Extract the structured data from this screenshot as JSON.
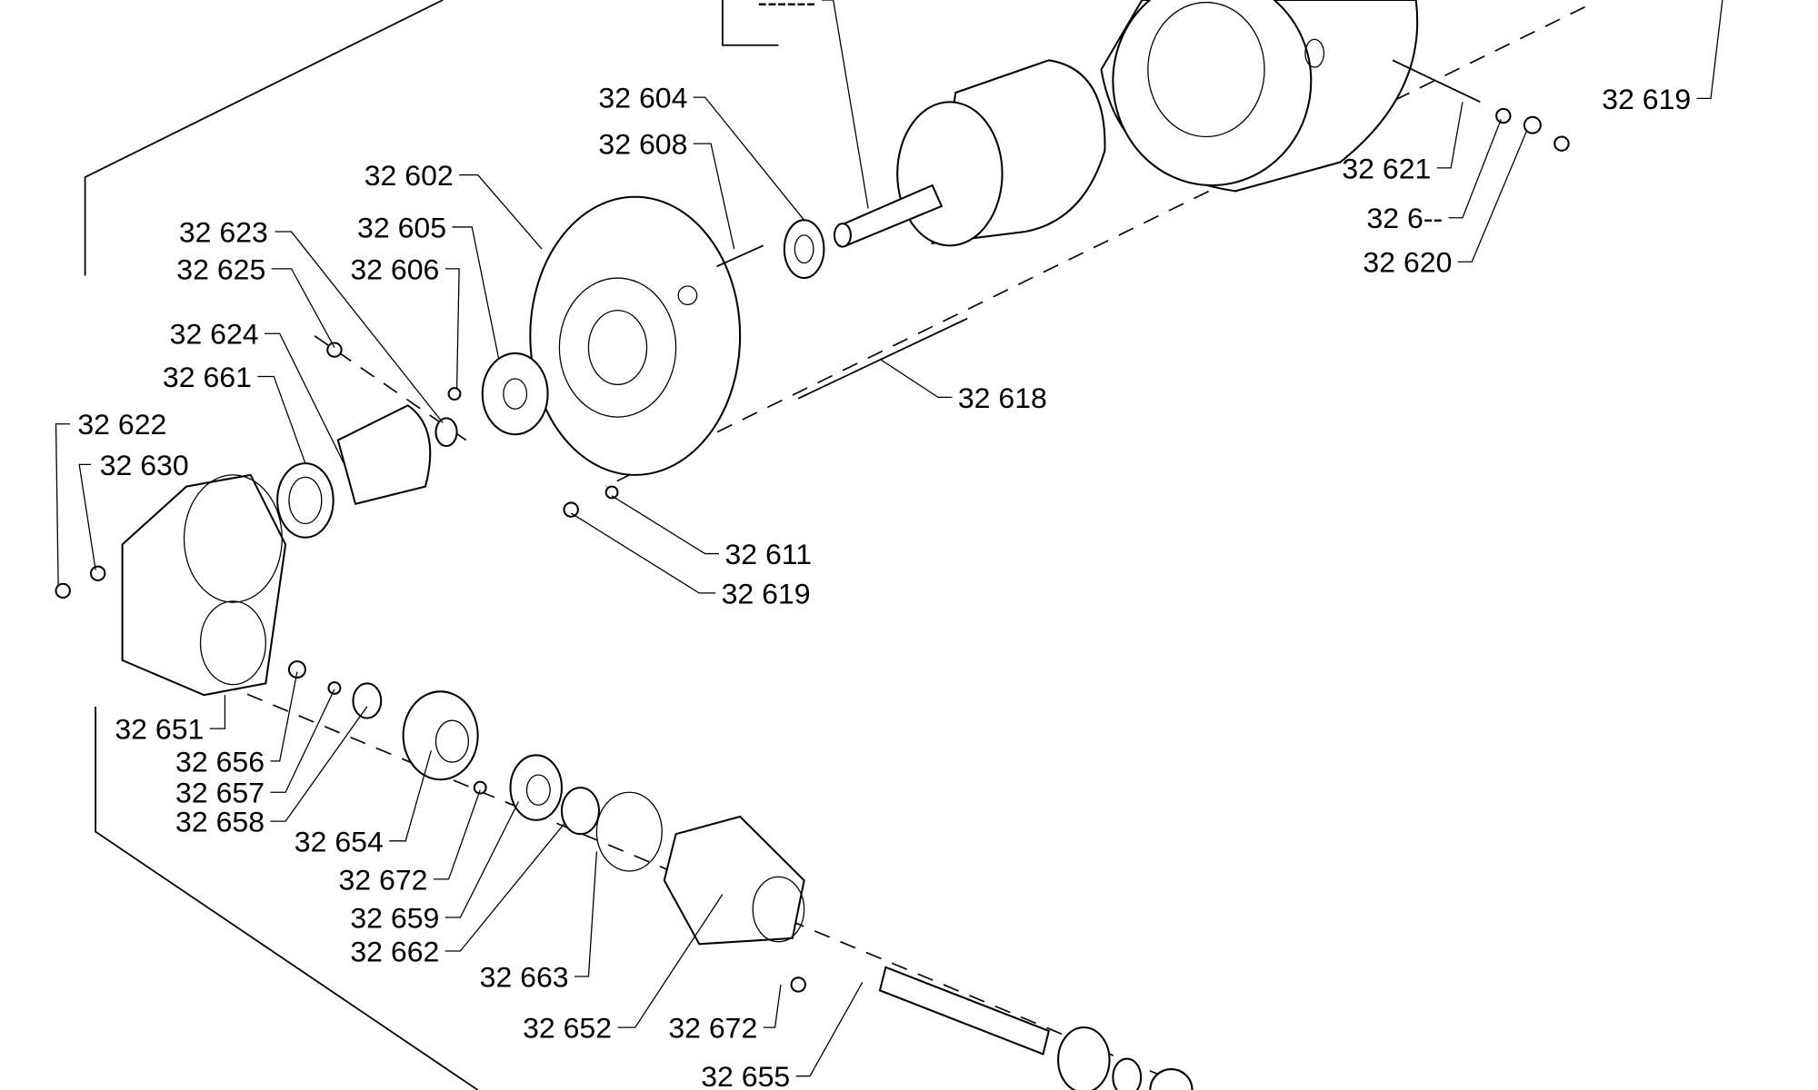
{
  "diagram": {
    "type": "exploded parts diagram",
    "labels": [
      "32 604",
      "32 608",
      "32 602",
      "32 623",
      "32 605",
      "32 625",
      "32 606",
      "32 624",
      "32 661",
      "32 622",
      "32 630",
      "32 651",
      "32 656",
      "32 657",
      "32 658",
      "32 654",
      "32 672",
      "32 659",
      "32 662",
      "32 663",
      "32 652",
      "32 672",
      "32 655",
      "32 618",
      "32 611",
      "32 619",
      "32 619",
      "32 621",
      "32 6--",
      "32 620",
      "------"
    ]
  }
}
